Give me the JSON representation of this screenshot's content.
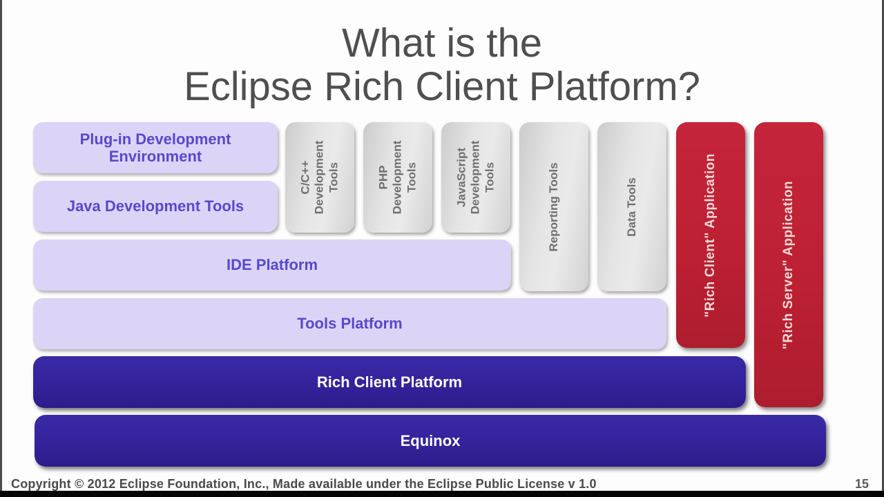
{
  "title": {
    "line1": "What is the",
    "line2": "Eclipse Rich Client Platform?"
  },
  "diagram": {
    "purple_boxes": [
      {
        "label": "Plug-in Development\nEnvironment"
      },
      {
        "label": "Java Development Tools"
      },
      {
        "label": "IDE Platform"
      },
      {
        "label": "Tools Platform"
      }
    ],
    "gray_boxes": [
      {
        "label": "C/C++\nDevelopment\nTools"
      },
      {
        "label": "PHP\nDevelopment\nTools"
      },
      {
        "label": "JavaScript\nDevelopment\nTools"
      },
      {
        "label": "Reporting Tools"
      },
      {
        "label": "Data Tools"
      }
    ],
    "red_boxes": [
      {
        "label": "\"Rich Client\" Application"
      },
      {
        "label": "\"Rich Server\" Application"
      }
    ],
    "blue_bars": [
      {
        "label": "Rich Client Platform"
      },
      {
        "label": "Equinox"
      }
    ]
  },
  "footer": {
    "copyright": "Copyright © 2012 Eclipse Foundation, Inc., Made available under the Eclipse Public License v 1.0",
    "page_number": "15"
  },
  "colors": {
    "purple_box_bg": "#dcd4f7",
    "purple_box_text": "#5748cb",
    "gray_box_bg": "#dedede",
    "gray_box_text": "#6f6f6f",
    "red_box_bg": "#bf2134",
    "red_box_text": "#f2d9d9",
    "blue_bar_bg": "#34239c",
    "blue_bar_text": "#ffffff",
    "title_text": "#4f4f4f",
    "footer_text": "#4a4a4a"
  }
}
